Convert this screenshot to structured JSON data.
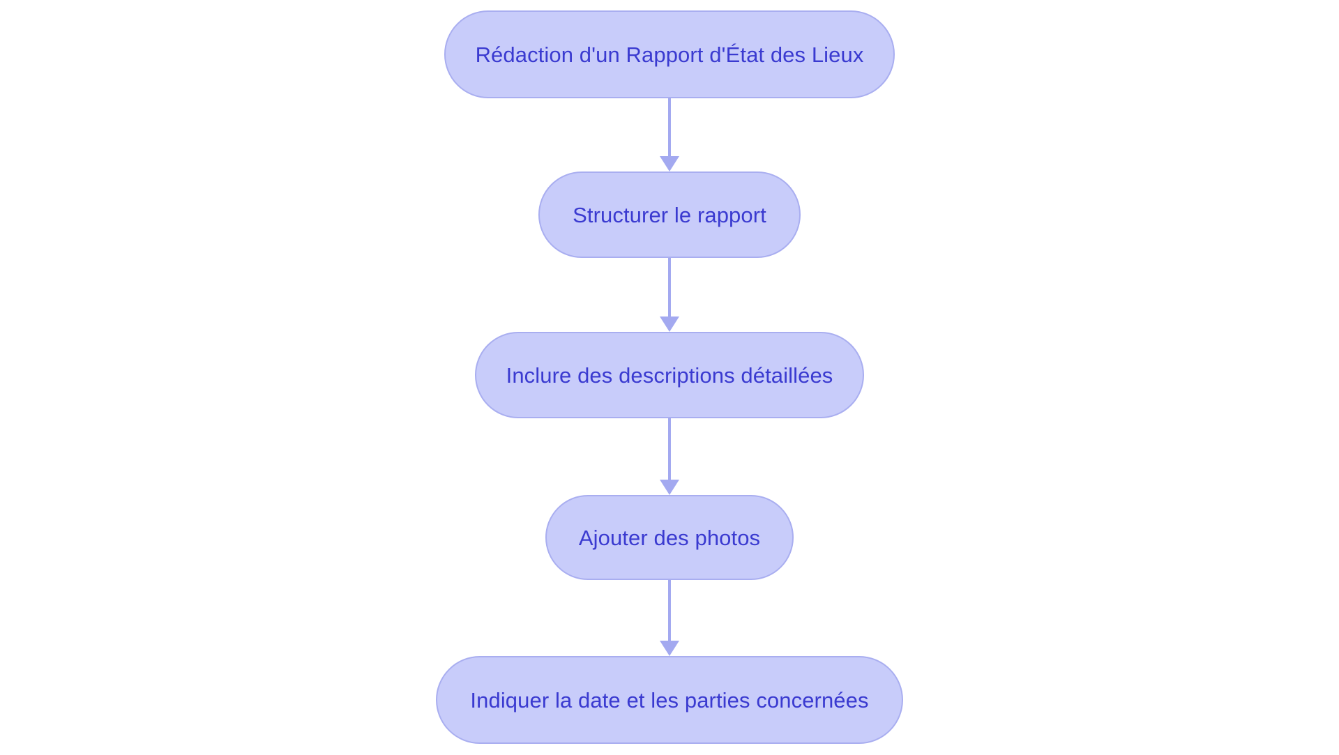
{
  "diagram": {
    "type": "flowchart",
    "orientation": "top-to-bottom",
    "background_color": "#ffffff",
    "node_fill_color": "#c8ccfa",
    "node_border_color": "#a9aef0",
    "node_text_color": "#3a3ad0",
    "connector_color": "#a3a9f0",
    "nodes": [
      {
        "id": "n1",
        "label": "Rédaction d'un Rapport d'État des Lieux"
      },
      {
        "id": "n2",
        "label": "Structurer le rapport"
      },
      {
        "id": "n3",
        "label": "Inclure des descriptions détaillées"
      },
      {
        "id": "n4",
        "label": "Ajouter des photos"
      },
      {
        "id": "n5",
        "label": "Indiquer la date et les parties concernées"
      }
    ],
    "edges": [
      {
        "from": "n1",
        "to": "n2",
        "label": ""
      },
      {
        "from": "n2",
        "to": "n3",
        "label": ""
      },
      {
        "from": "n3",
        "to": "n4",
        "label": ""
      },
      {
        "from": "n4",
        "to": "n5",
        "label": ""
      }
    ]
  }
}
